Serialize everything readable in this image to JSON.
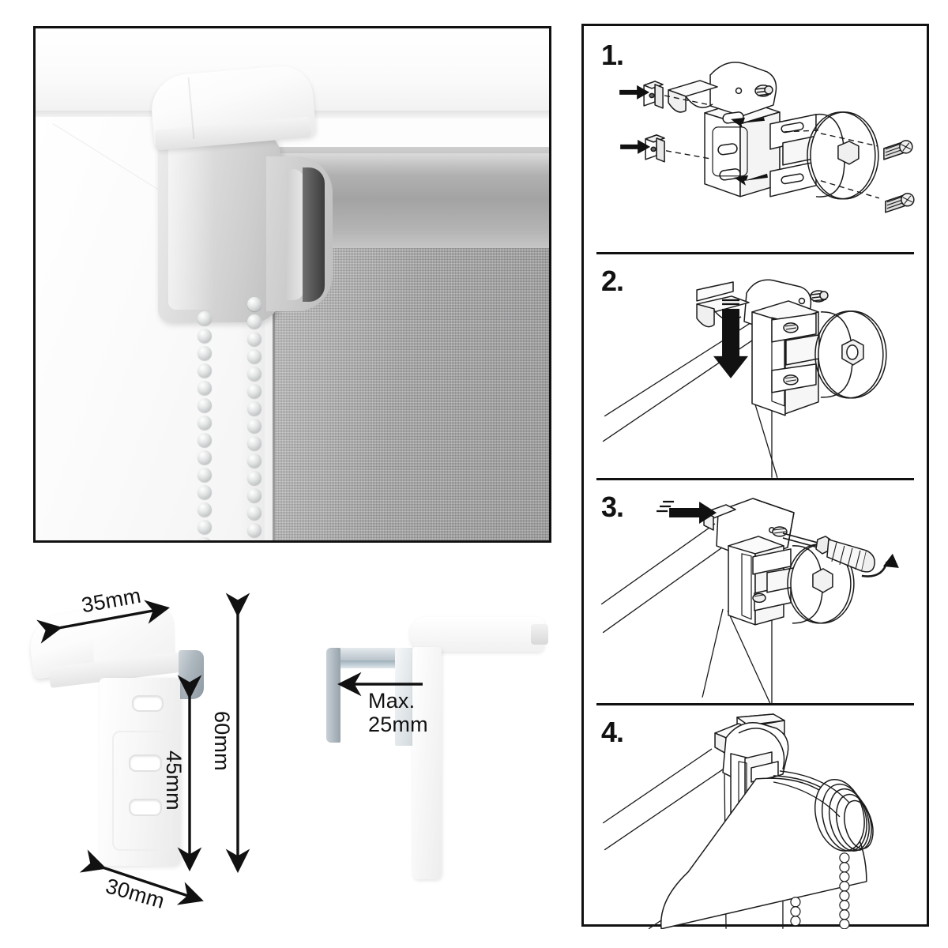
{
  "product": {
    "type": "roller-blind-bracket-installation-guide",
    "accent_color": "#111111",
    "fabric_color": "#a9a9ab",
    "bracket_color": "#ffffff"
  },
  "photo": {
    "caption": "",
    "alt_description": "Mounted white roller blind bracket on window frame with grey fabric roll and bead chain"
  },
  "dimensions": {
    "bracket_front": {
      "width_label": "35mm",
      "height_label": "60mm",
      "plate_height_label": "45mm",
      "depth_label": "30mm"
    },
    "bracket_side": {
      "clamp_label_line1": "Max.",
      "clamp_label_line2": "25mm",
      "clamp_label": "Max. 25mm"
    }
  },
  "steps": [
    {
      "number": "1.",
      "name": "attach-wall-plugs-and-bracket"
    },
    {
      "number": "2.",
      "name": "slide-bracket-onto-frame"
    },
    {
      "number": "3.",
      "name": "tighten-screw-with-screwdriver"
    },
    {
      "number": "4.",
      "name": "insert-roller-blind-tube"
    }
  ]
}
